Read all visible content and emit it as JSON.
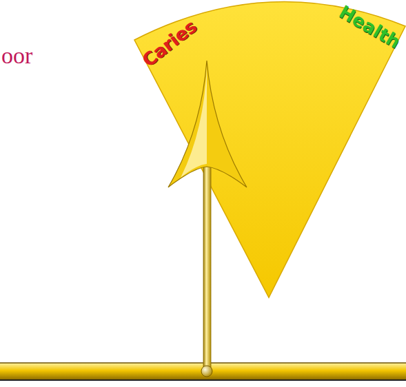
{
  "diagram": {
    "nodes": [
      {
        "text": [
          "Caries",
          "Health"
        ]
      }
    ],
    "labels": [
      "oor"
    ]
  }
}
